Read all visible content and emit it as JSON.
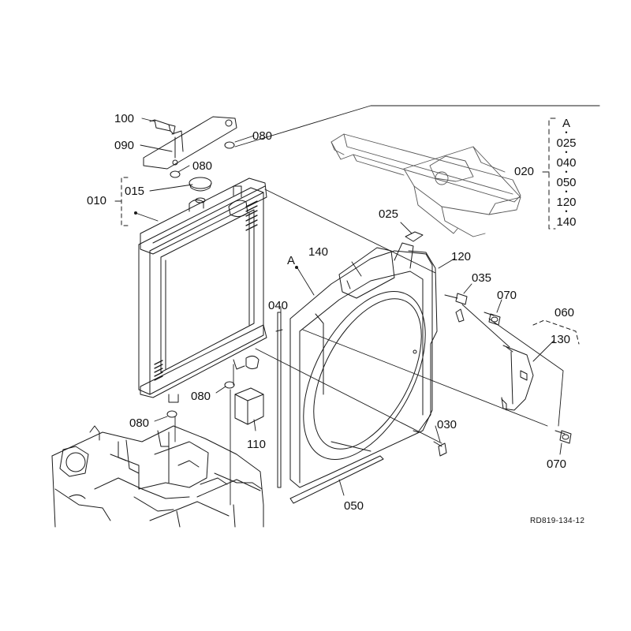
{
  "callouts": {
    "c100": "100",
    "c090": "090",
    "c080_top": "080",
    "c080_cap": "080",
    "c015": "015",
    "c010": "010",
    "c025": "025",
    "c140": "140",
    "c120": "120",
    "c_a": "A",
    "c035": "035",
    "c070_top": "070",
    "c060": "060",
    "c130": "130",
    "c040": "040",
    "c080_mid": "080",
    "c080_low": "080",
    "c110": "110",
    "c030": "030",
    "c070_bot": "070",
    "c050": "050",
    "c020": "020"
  },
  "group_a": {
    "header": "A",
    "items": [
      "025",
      "040",
      "050",
      "120",
      "140"
    ]
  },
  "drawing_code": "RD819-134-12"
}
